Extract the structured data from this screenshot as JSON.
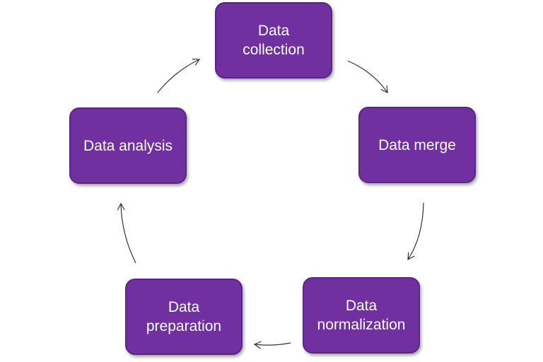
{
  "diagram": {
    "nodes": [
      {
        "id": "collection",
        "label": "Data\ncollection"
      },
      {
        "id": "merge",
        "label": "Data merge"
      },
      {
        "id": "normalization",
        "label": "Data\nnormalization"
      },
      {
        "id": "preparation",
        "label": "Data\npreparation"
      },
      {
        "id": "analysis",
        "label": "Data analysis"
      }
    ],
    "edges": [
      {
        "from": "collection",
        "to": "merge"
      },
      {
        "from": "merge",
        "to": "normalization"
      },
      {
        "from": "normalization",
        "to": "preparation"
      },
      {
        "from": "preparation",
        "to": "analysis"
      },
      {
        "from": "analysis",
        "to": "collection"
      }
    ],
    "colors": {
      "node_fill": "#7030a0",
      "node_border": "#5b2585",
      "node_text": "#ffffff",
      "arrow": "#333333"
    }
  }
}
